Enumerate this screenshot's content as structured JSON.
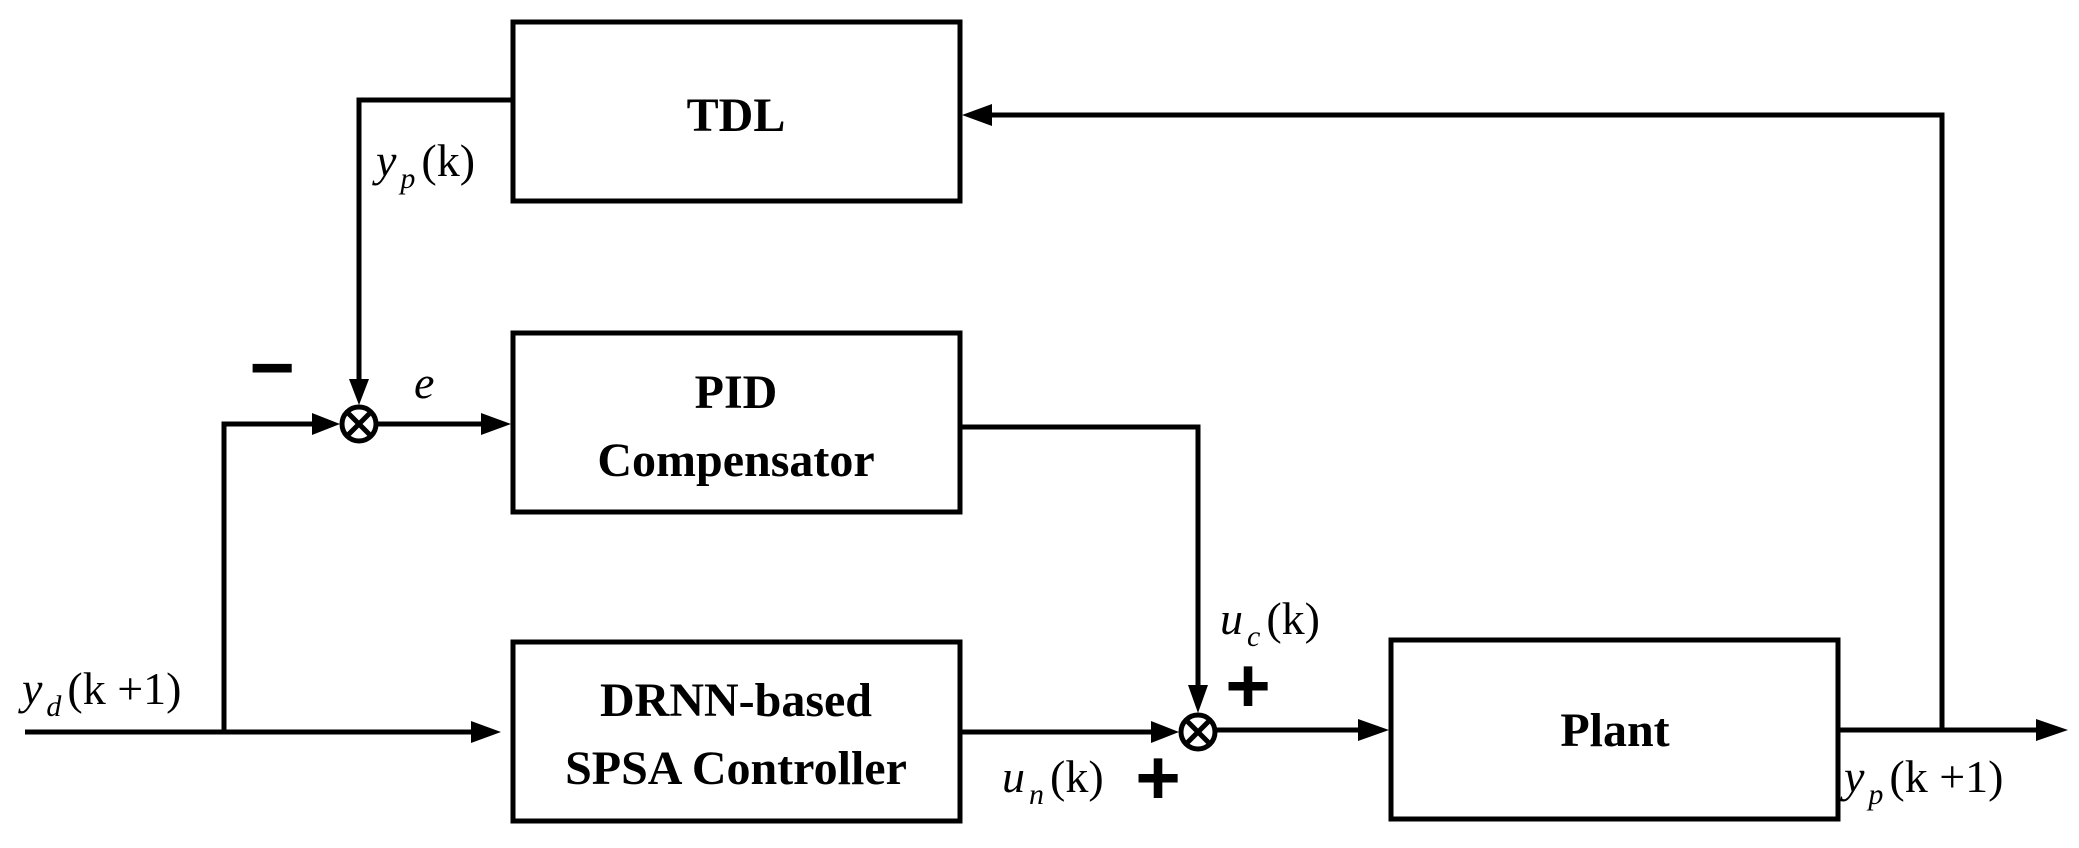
{
  "blocks": {
    "tdl": {
      "line1": "TDL"
    },
    "pid": {
      "line1": "PID",
      "line2": "Compensator"
    },
    "drnn": {
      "line1": "DRNN-based",
      "line2": "SPSA Controller"
    },
    "plant": {
      "line1": "Plant"
    }
  },
  "signals": {
    "yp_k": {
      "base": "y",
      "sub": "p",
      "arg": "(k)"
    },
    "e": {
      "base": "e"
    },
    "yd_k1": {
      "base": "y",
      "sub": "d",
      "arg": "(k +1)"
    },
    "uc_k": {
      "base": "u",
      "sub": "c",
      "arg": "(k)"
    },
    "un_k": {
      "base": "u",
      "sub": "n",
      "arg": "(k)"
    },
    "yp_k1": {
      "base": "y",
      "sub": "p",
      "arg": "(k +1)"
    }
  },
  "signs": {
    "minus": "−",
    "plus_top": "+",
    "plus_bottom": "+"
  }
}
